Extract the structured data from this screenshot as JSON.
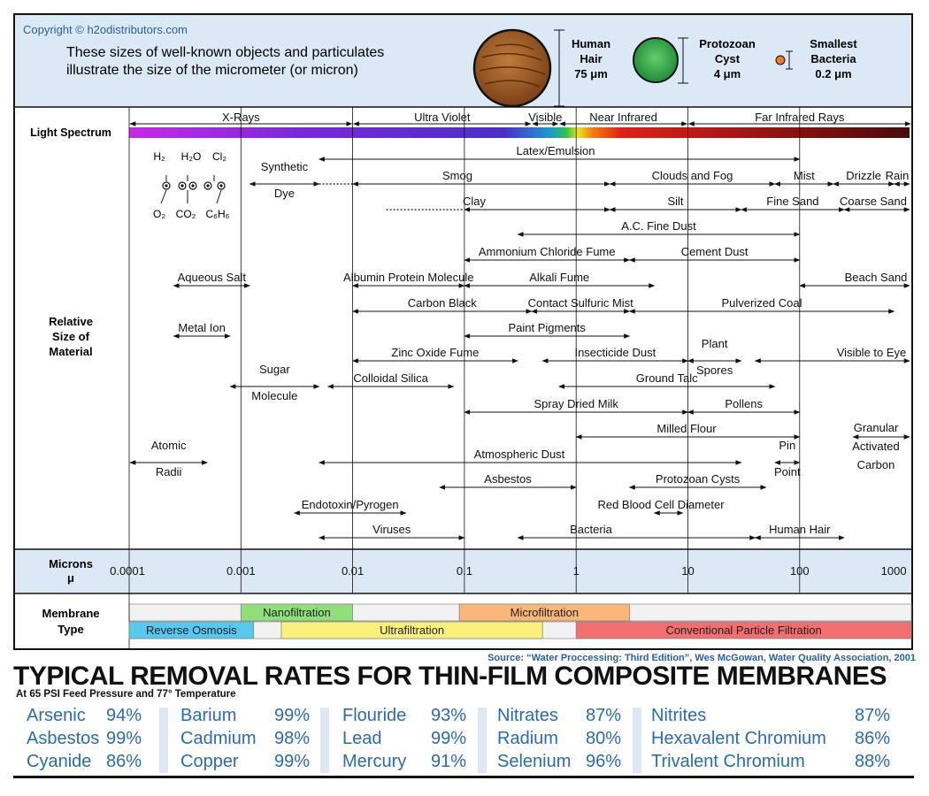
{
  "header": {
    "copyright": "Copyright © h2odistributors.com",
    "intro_line1": "These sizes of well-known objects and particulates",
    "intro_line2": "illustrate the size of the micrometer (or micron)",
    "objects": [
      {
        "name_line1": "Human",
        "name_line2": "Hair",
        "size": "75 μm",
        "color": "#a5652c"
      },
      {
        "name_line1": "Protozoan",
        "name_line2": "Cyst",
        "size": "4 μm",
        "color": "#46b35a"
      },
      {
        "name_line1": "Smallest",
        "name_line2": "Bacteria",
        "size": "0.2 μm",
        "color": "#ee7c22"
      }
    ]
  },
  "labels": {
    "light_spectrum": "Light Spectrum",
    "relative_size": [
      "Relative",
      "Size of",
      "Material"
    ],
    "microns": "Microns",
    "micron_symbol": "μ",
    "membrane": [
      "Membrane",
      "Type"
    ]
  },
  "chart_data": {
    "type": "range-diagram",
    "x_scale": "log",
    "x_unit": "microns",
    "x_ticks": [
      {
        "value": 0.0001,
        "label": "0.0001"
      },
      {
        "value": 0.001,
        "label": "0.001"
      },
      {
        "value": 0.01,
        "label": "0.01"
      },
      {
        "value": 0.1,
        "label": "0.1"
      },
      {
        "value": 1,
        "label": "1"
      },
      {
        "value": 10,
        "label": "10"
      },
      {
        "value": 100,
        "label": "100"
      },
      {
        "value": 1000,
        "label": "1000"
      }
    ],
    "spectrum": [
      {
        "label": "X-Rays",
        "from": 0.0001,
        "to": 0.01
      },
      {
        "label": "Ultra Violet",
        "from": 0.01,
        "to": 0.4
      },
      {
        "label": "Visible",
        "from": 0.4,
        "to": 0.7
      },
      {
        "label": "Near Infrared",
        "from": 0.7,
        "to": 10
      },
      {
        "label": "Far Infrared Rays",
        "from": 10,
        "to": 1000
      }
    ],
    "molecules": {
      "top": [
        "H₂",
        "H₂O",
        "Cl₂"
      ],
      "bottom": [
        "O₂",
        "CO₂",
        "C₆H₆"
      ]
    },
    "materials": [
      {
        "label": "Latex/Emulsion",
        "from": 0.005,
        "to": 100
      },
      {
        "label": "Synthetic",
        "label2": "Dye",
        "from": 0.0012,
        "to": 0.005,
        "dotted_to": 0.01
      },
      {
        "label": "Smog",
        "from": 0.01,
        "to": 2
      },
      {
        "label": "Clouds and Fog",
        "from": 2,
        "to": 60
      },
      {
        "label": "Mist",
        "from": 60,
        "to": 200
      },
      {
        "label": "Drizzle",
        "from": 200,
        "to": 700
      },
      {
        "label": "Rain",
        "from": 700,
        "to": 1000
      },
      {
        "label": "Clay",
        "dotted_from": 0.02,
        "from": 0.1,
        "to": 2
      },
      {
        "label": "Silt",
        "from": 2,
        "to": 30
      },
      {
        "label": "Fine Sand",
        "from": 30,
        "to": 250
      },
      {
        "label": "Coarse Sand",
        "from": 250,
        "to": 1000
      },
      {
        "label": "A.C. Fine Dust",
        "from": 0.3,
        "to": 100
      },
      {
        "label": "Ammonium Chloride Fume",
        "from": 0.1,
        "to": 3
      },
      {
        "label": "Cement Dust",
        "from": 3,
        "to": 100
      },
      {
        "label": "Aqueous Salt",
        "from": 0.00025,
        "to": 0.0012
      },
      {
        "label": "Albumin Protein Molecule",
        "from": 0.01,
        "to": 0.1
      },
      {
        "label": "Alkali Fume",
        "from": 0.1,
        "to": 5
      },
      {
        "label": "Beach Sand",
        "from": 100,
        "to": 1000
      },
      {
        "label": "Carbon Black",
        "from": 0.01,
        "to": 0.4
      },
      {
        "label": "Contact Sulfuric Mist",
        "from": 0.4,
        "to": 3
      },
      {
        "label": "Pulverized Coal",
        "from": 3,
        "to": 700
      },
      {
        "label": "Metal Ion",
        "from": 0.00025,
        "to": 0.0008
      },
      {
        "label": "Paint Pigments",
        "from": 0.1,
        "to": 3
      },
      {
        "label": "Zinc Oxide Fume",
        "from": 0.01,
        "to": 0.3
      },
      {
        "label": "Insecticide Dust",
        "from": 0.5,
        "to": 10
      },
      {
        "label": "Plant",
        "label2": "Spores",
        "from": 10,
        "to": 30
      },
      {
        "label": "Visible to Eye",
        "from": 40,
        "to": 1000
      },
      {
        "label": "Sugar",
        "label2": "Molecule",
        "from": 0.0008,
        "to": 0.005
      },
      {
        "label": "Colloidal Silica",
        "from": 0.006,
        "to": 0.08
      },
      {
        "label": "Ground Talc",
        "from": 0.7,
        "to": 60
      },
      {
        "label": "Spray Dried Milk",
        "from": 0.1,
        "to": 10
      },
      {
        "label": "Pollens",
        "from": 10,
        "to": 100
      },
      {
        "label": "Milled Flour",
        "from": 1,
        "to": 100
      },
      {
        "label": "Granular",
        "label2": "Activated",
        "label3": "Carbon",
        "from": 300,
        "to": 1000
      },
      {
        "label": "Atomic",
        "label2": "Radii",
        "from": 0.0001,
        "to": 0.0005
      },
      {
        "label": "Atmospheric Dust",
        "from": 0.005,
        "to": 30
      },
      {
        "label": "Pin",
        "label2": "Point",
        "from": 60,
        "to": 100
      },
      {
        "label": "Asbestos",
        "from": 0.06,
        "to": 1
      },
      {
        "label": "Protozoan Cysts",
        "from": 3,
        "to": 50
      },
      {
        "label": "Endotoxin/Pyrogen",
        "from": 0.003,
        "to": 0.03
      },
      {
        "label": "Red Blood Cell Diameter",
        "from": 5,
        "to": 9
      },
      {
        "label": "Viruses",
        "from": 0.005,
        "to": 0.1
      },
      {
        "label": "Bacteria",
        "from": 0.3,
        "to": 40
      },
      {
        "label": "Human Hair",
        "from": 40,
        "to": 250
      }
    ],
    "membranes": [
      {
        "label": "Nanofiltration",
        "from": 0.001,
        "to": 0.01,
        "color": "#90e07a"
      },
      {
        "label": "Microfiltration",
        "from": 0.09,
        "to": 3,
        "color": "#fbb778"
      },
      {
        "label": "Reverse Osmosis",
        "from": 0.0001,
        "to": 0.0013,
        "color": "#57c9ef"
      },
      {
        "label": "Ultrafiltration",
        "from": 0.0023,
        "to": 0.5,
        "color": "#f9f17c"
      },
      {
        "label": "Conventional Particle Filtration",
        "from": 1,
        "to": 1000,
        "color": "#f26f6f"
      }
    ]
  },
  "footer": {
    "source": "Source: “Water Proccessing: Third Edition”, Wes McGowan, Water Quality Association, 2001",
    "title": "TYPICAL REMOVAL RATES FOR THIN-FILM COMPOSITE MEMBRANES",
    "subtitle": "At 65 PSI Feed Pressure and 77° Temperature",
    "columns": [
      [
        {
          "name": "Arsenic",
          "rate": "94%"
        },
        {
          "name": "Asbestos",
          "rate": "99%"
        },
        {
          "name": "Cyanide",
          "rate": "86%"
        }
      ],
      [
        {
          "name": "Barium",
          "rate": "99%"
        },
        {
          "name": "Cadmium",
          "rate": "98%"
        },
        {
          "name": "Copper",
          "rate": "99%"
        }
      ],
      [
        {
          "name": "Flouride",
          "rate": "93%"
        },
        {
          "name": "Lead",
          "rate": "99%"
        },
        {
          "name": "Mercury",
          "rate": "91%"
        }
      ],
      [
        {
          "name": "Nitrates",
          "rate": "87%"
        },
        {
          "name": "Radium",
          "rate": "80%"
        },
        {
          "name": "Selenium",
          "rate": "96%"
        }
      ],
      [
        {
          "name": "Nitrites",
          "rate": "87%"
        },
        {
          "name": "Hexavalent Chromium",
          "rate": "86%"
        },
        {
          "name": "Trivalent Chromium",
          "rate": "88%"
        }
      ]
    ]
  },
  "colors": {
    "panel_bg": "#dbe9f6",
    "accent_blue": "#2a6bb3",
    "rule": "#111111"
  }
}
